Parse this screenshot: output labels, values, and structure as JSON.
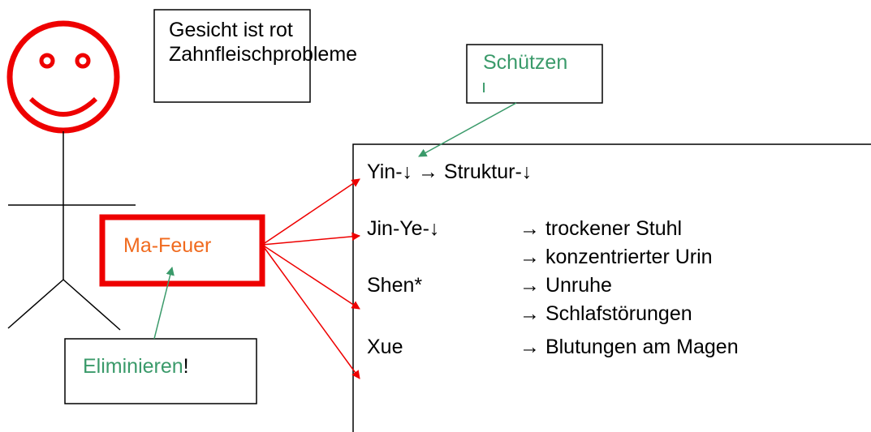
{
  "face_box": {
    "line1": "Gesicht ist rot",
    "line2": "Zahnfleischprobleme"
  },
  "protect_box": {
    "label": "Schützen",
    "mark": "ı"
  },
  "eliminate_box": {
    "label": "Eliminieren",
    "suffix": "!"
  },
  "fire_box": {
    "label": "Ma-Feuer"
  },
  "main_box": {
    "rows": [
      {
        "term": "Yin-↓ → Struktur-↓",
        "effects": []
      },
      {
        "term": "Jin-Ye-↓",
        "effects": [
          "→ trockener Stuhl",
          "→ konzentrierter Urin"
        ]
      },
      {
        "term": "Shen*",
        "effects": [
          "→ Unruhe",
          "→ Schlafstörungen"
        ]
      },
      {
        "term": "Xue",
        "effects": [
          "→ Blutungen am Magen"
        ]
      }
    ]
  },
  "colors": {
    "red": "#ee0000",
    "green": "#3a9a6a",
    "orange": "#f06a1e",
    "black": "#000000"
  },
  "icons": {
    "figure": "smiley-stick-figure-icon"
  }
}
